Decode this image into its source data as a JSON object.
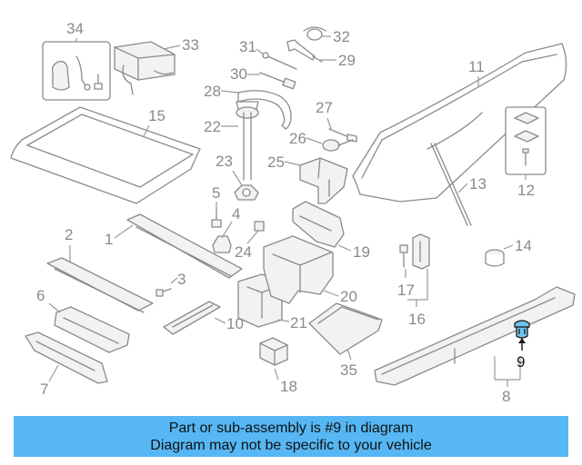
{
  "callouts": [
    "1",
    "2",
    "3",
    "4",
    "5",
    "6",
    "7",
    "8",
    "9",
    "10",
    "11",
    "12",
    "13",
    "14",
    "15",
    "16",
    "17",
    "18",
    "19",
    "20",
    "21",
    "22",
    "23",
    "24",
    "25",
    "26",
    "27",
    "28",
    "29",
    "30",
    "31",
    "32",
    "33",
    "34",
    "35"
  ],
  "highlighted_part": "9",
  "colors": {
    "banner": "#56b7f4",
    "line_art": "#8a8a8a",
    "highlight_part": "#6fc3f0"
  },
  "caption": {
    "line1": "Part or sub-assembly is #9 in diagram",
    "line2": "Diagram may not be specific to your vehicle"
  }
}
